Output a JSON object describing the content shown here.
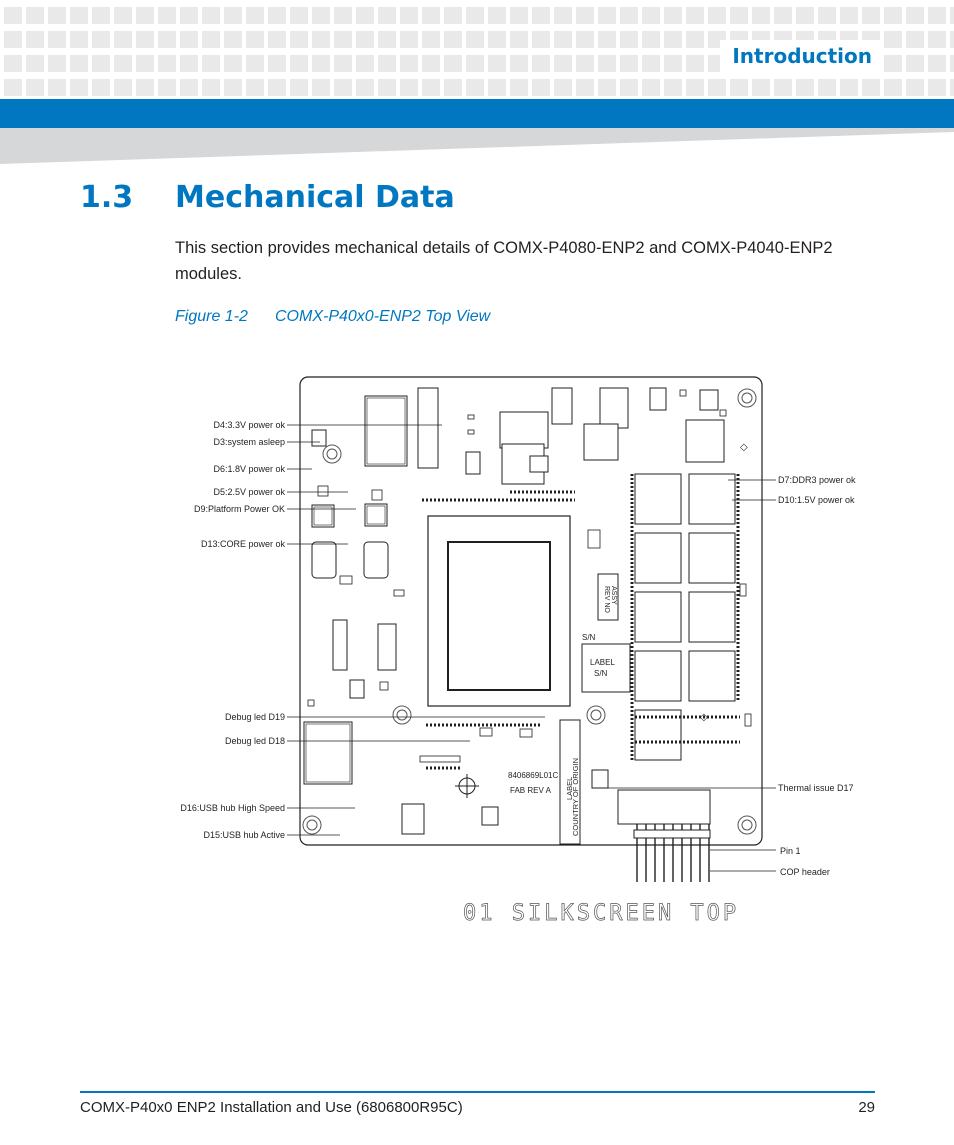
{
  "header": {
    "section_tab": "Introduction",
    "accent_color": "#0077c0"
  },
  "section": {
    "number": "1.3",
    "title": "Mechanical Data",
    "body": "This section provides mechanical details of COMX-P4080-ENP2 and COMX-P4040-ENP2 modules."
  },
  "figure": {
    "number": "Figure 1-2",
    "title": "COMX-P40x0-ENP2 Top View",
    "silkscreen_caption": "01 SILKSCREEN TOP",
    "left_callouts": [
      "D4:3.3V power ok",
      "D3:system asleep",
      "D6:1.8V power ok",
      "D5:2.5V power ok",
      "D9:Platform Power OK",
      "D13:CORE power ok",
      "Debug led D19",
      "Debug led D18",
      "D16:USB hub High Speed",
      "D15:USB hub Active"
    ],
    "right_callouts": [
      "D7:DDR3 power ok",
      "D10:1.5V power ok",
      "Thermal issue D17",
      "Pin 1",
      "COP header"
    ],
    "board_text": {
      "fab_id": "8406869L01C",
      "fab_rev": "FAB REV A",
      "label_sn": "LABEL",
      "label_sn2": "S/N",
      "sn": "S/N",
      "assy": "ASSY",
      "rev_no": "REV NO",
      "country_1": "LABEL",
      "country_2": "COUNTRY OF ORIGIN"
    }
  },
  "footer": {
    "doc_title": "COMX-P40x0 ENP2 Installation and Use (6806800R95C)",
    "page_number": "29"
  }
}
